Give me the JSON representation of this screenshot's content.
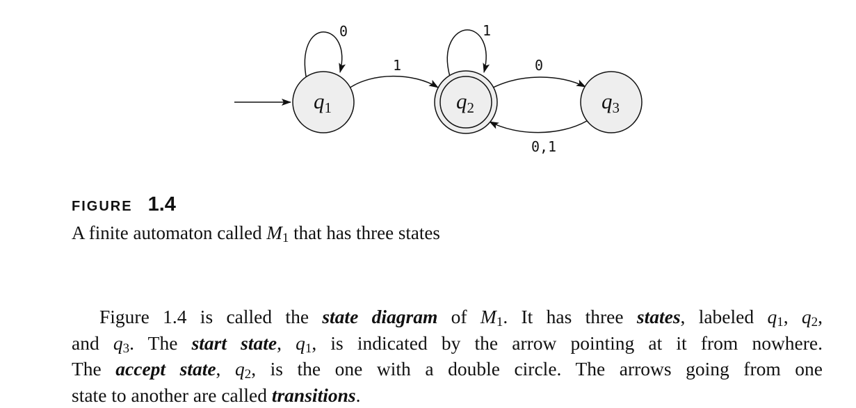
{
  "figure": {
    "states": [
      {
        "letter": "q",
        "sub": "1"
      },
      {
        "letter": "q",
        "sub": "2"
      },
      {
        "letter": "q",
        "sub": "3"
      }
    ],
    "transition_labels": {
      "q1_self": "0",
      "q1_to_q2": "1",
      "q2_self": "1",
      "q2_to_q3": "0",
      "q3_to_q2": "0,1"
    },
    "start_state": "q1",
    "accept_state": "q2"
  },
  "caption": {
    "label": "FIGURE",
    "number": "1.4",
    "text_before": "A finite automaton called ",
    "machine_letter": "M",
    "machine_sub": "1",
    "text_after": " that has three states"
  },
  "paragraph": {
    "l1_a": "Figure 1.4 is called the ",
    "l1_term": "state diagram",
    "l1_b": " of ",
    "l1_m": "M",
    "l1_m_sub": "1",
    "l1_c": ". It has three ",
    "l1_term2": "states",
    "l1_d": ", labeled ",
    "l1_q1": "q",
    "l1_q1_sub": "1",
    "l1_e": ", ",
    "l1_q2": "q",
    "l1_q2_sub": "2",
    "l1_f": ",",
    "l2_a": "and ",
    "l2_q3": "q",
    "l2_q3_sub": "3",
    "l2_b": ". The ",
    "l2_term": "start state",
    "l2_c": ", ",
    "l2_q1": "q",
    "l2_q1_sub": "1",
    "l2_d": ", is indicated by the arrow pointing at it from nowhere.",
    "l3_a": "The ",
    "l3_term": "accept state",
    "l3_b": ", ",
    "l3_q2": "q",
    "l3_q2_sub": "2",
    "l3_c": ", is the one with a double circle. The arrows going from one",
    "l4_a": "state to another are called ",
    "l4_term": "transitions",
    "l4_b": "."
  }
}
